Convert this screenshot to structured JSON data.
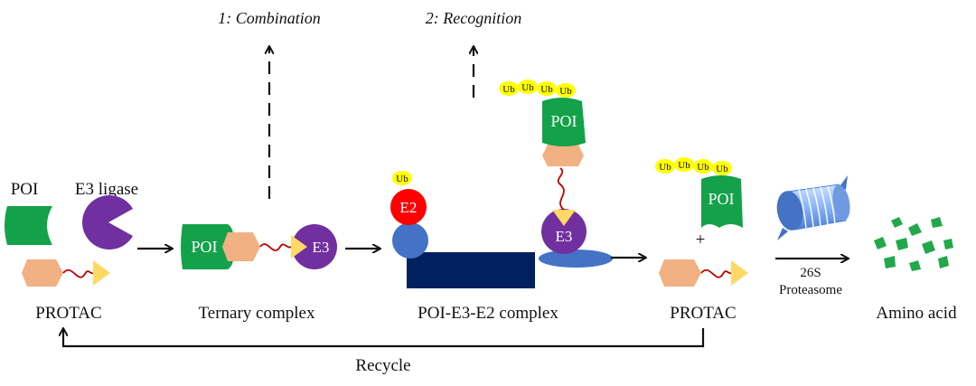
{
  "steps": {
    "combination": "1: Combination",
    "recognition": "2: Recognition"
  },
  "labels": {
    "poi": "POI",
    "e3_ligase": "E3 ligase",
    "protac_left": "PROTAC",
    "ternary_complex": "Ternary complex",
    "poi_e3_e2_complex": "POI-E3-E2 complex",
    "protac_right": "PROTAC",
    "proteasome_code": "26S",
    "proteasome_name": "Proteasome",
    "amino_acid": "Amino acid",
    "recycle": "Recycle",
    "plus": "+"
  },
  "shapes": {
    "poi_text": "POI",
    "e3_text": "E3",
    "e2_text": "E2",
    "ub_text": "Ub"
  },
  "colors": {
    "poi_green": "#13a24a",
    "e3_purple": "#7030a0",
    "ligand_peach": "#f2b183",
    "warhead_yellow": "#ffd966",
    "linker_red": "#c00000",
    "e2_red": "#ff0000",
    "ub_yellow": "#ffff00",
    "blue": "#4472c4",
    "dark_navy": "#002060",
    "proteasome_blue": "#8ab4f8",
    "amino_green": "#22a84a"
  }
}
